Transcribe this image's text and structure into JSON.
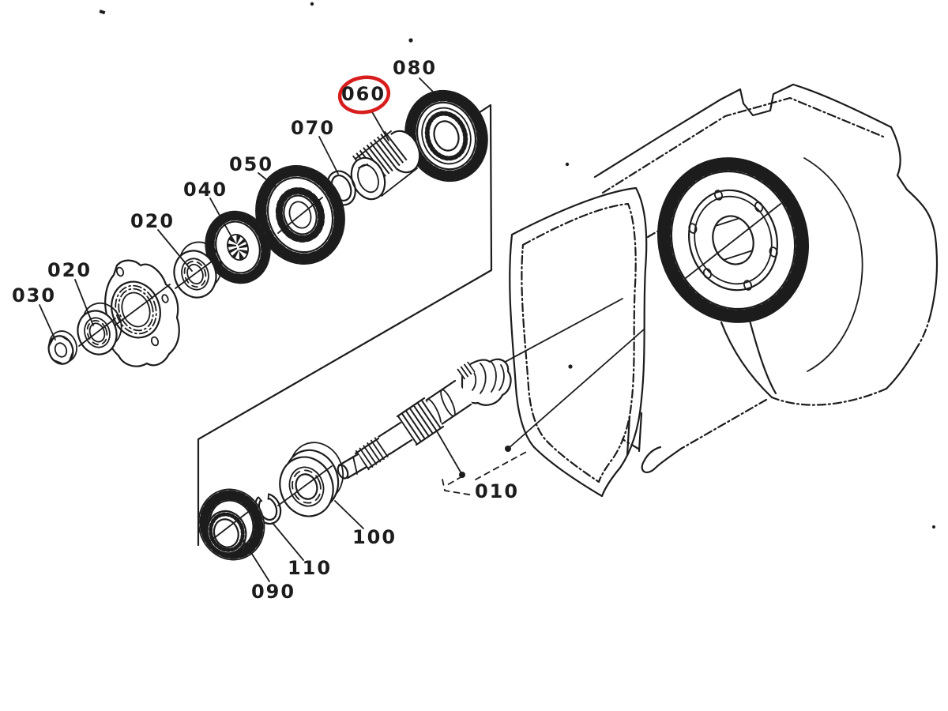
{
  "figure": {
    "kind": "exploded-parts-diagram",
    "subject": "gear-case and bevel pinion shaft assembly",
    "background_color": "#ffffff",
    "line_color": "#1c1c1c",
    "highlight": {
      "ref": "060",
      "color": "#d81d1d",
      "style": "ellipse-callout-circle"
    },
    "callouts": [
      {
        "id": "ref-010",
        "text": "010"
      },
      {
        "id": "ref-020-upper",
        "text": "020"
      },
      {
        "id": "ref-020-left",
        "text": "020"
      },
      {
        "id": "ref-030",
        "text": "030"
      },
      {
        "id": "ref-040",
        "text": "040"
      },
      {
        "id": "ref-050",
        "text": "050"
      },
      {
        "id": "ref-060",
        "text": "060",
        "highlighted": true
      },
      {
        "id": "ref-070",
        "text": "070"
      },
      {
        "id": "ref-080",
        "text": "080"
      },
      {
        "id": "ref-090",
        "text": "090"
      },
      {
        "id": "ref-100",
        "text": "100"
      },
      {
        "id": "ref-110",
        "text": "110"
      }
    ]
  }
}
